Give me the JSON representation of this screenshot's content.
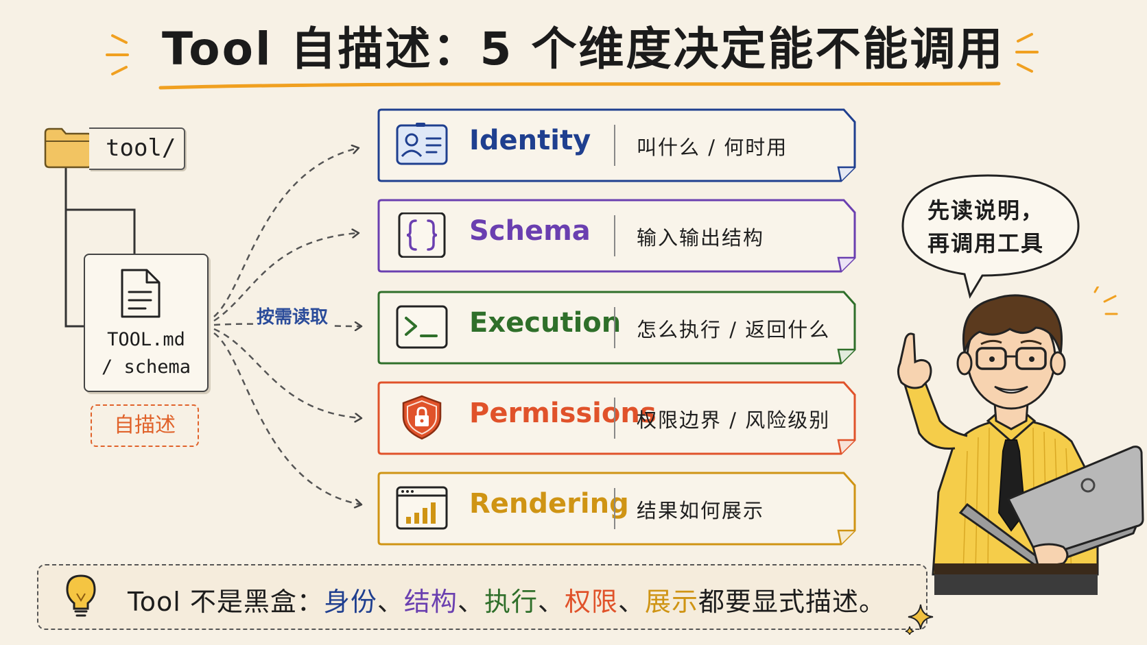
{
  "title": "Tool 自描述：5 个维度决定能不能调用",
  "colors": {
    "background": "#f7f1e5",
    "title_underline": "#f0a020",
    "identity": "#1f3f8f",
    "schema": "#6a3fb0",
    "execution": "#2f6f2a",
    "permissions": "#e0522a",
    "rendering": "#cf9414"
  },
  "tree": {
    "folder_label": "tool/",
    "file_name": "TOOL.md",
    "file_sub": "/ schema",
    "self_desc_tag": "自描述"
  },
  "arrows": {
    "label": "按需读取"
  },
  "dimensions": [
    {
      "name": "Identity",
      "desc": "叫什么 / 何时用",
      "icon": "id-card-icon",
      "color": "#1f3f8f"
    },
    {
      "name": "Schema",
      "desc": "输入输出结构",
      "icon": "braces-icon",
      "color": "#6a3fb0"
    },
    {
      "name": "Execution",
      "desc": "怎么执行 / 返回什么",
      "icon": "terminal-icon",
      "color": "#2f6f2a"
    },
    {
      "name": "Permissions",
      "desc": "权限边界 / 风险级别",
      "icon": "shield-lock-icon",
      "color": "#e0522a"
    },
    {
      "name": "Rendering",
      "desc": "结果如何展示",
      "icon": "bar-chart-icon",
      "color": "#cf9414"
    }
  ],
  "speech_bubble": {
    "line1": "先读说明，",
    "line2": "再调用工具"
  },
  "banner": {
    "prefix": "Tool 不是黑盒：",
    "items": [
      {
        "text": "身份",
        "color": "#1f3f8f"
      },
      {
        "text": "结构",
        "color": "#6a3fb0"
      },
      {
        "text": "执行",
        "color": "#2f6f2a"
      },
      {
        "text": "权限",
        "color": "#e0522a"
      },
      {
        "text": "展示",
        "color": "#cf9414"
      }
    ],
    "separator": "、",
    "suffix": "都要显式描述。"
  }
}
